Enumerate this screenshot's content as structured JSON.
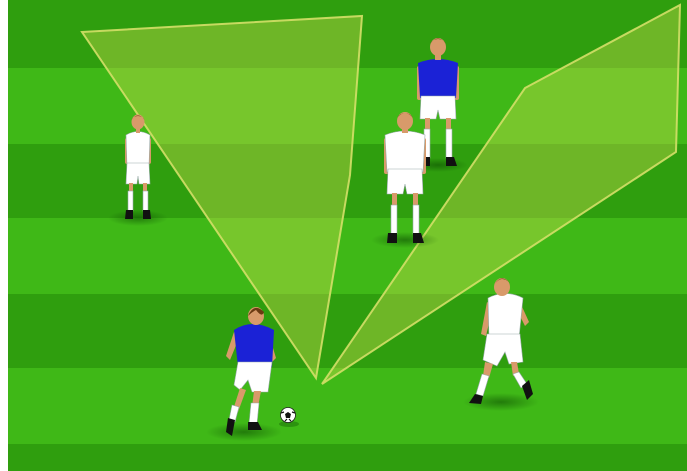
{
  "scene": {
    "kind": "soccer-drill-diagram",
    "colors": {
      "stripe_dark": "#2f9e0e",
      "stripe_light": "#3fb817",
      "zone_fill": "#c5d94a",
      "zone_stroke": "#d4df68",
      "jersey_blue": "#1b22d6",
      "kit_white": "#ffffff",
      "skin": "#d89a6a",
      "hair": "#6b3a12"
    },
    "players": [
      {
        "id": "white-left",
        "team": "white"
      },
      {
        "id": "blue-back",
        "team": "blue"
      },
      {
        "id": "white-center",
        "team": "white"
      },
      {
        "id": "blue-dribbler",
        "team": "blue"
      },
      {
        "id": "white-right",
        "team": "white"
      }
    ],
    "zones": [
      "left-triangle-zone",
      "right-quad-zone"
    ],
    "ball": {
      "present": true
    }
  }
}
